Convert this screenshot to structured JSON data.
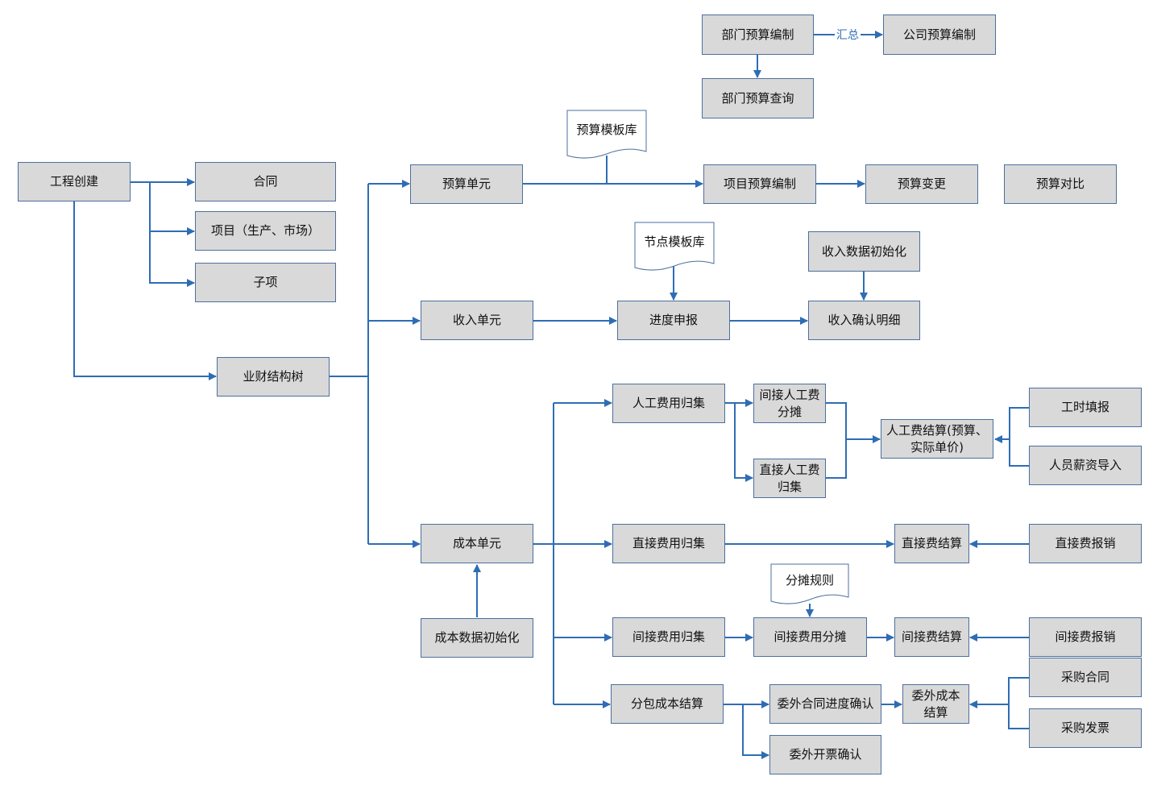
{
  "colors": {
    "box_fill": "#d9d9d9",
    "box_border": "#4d6f9d",
    "connector": "#2e6db4",
    "text": "#111111"
  },
  "nodes": {
    "project_create": "工程创建",
    "contract": "合同",
    "project_item": "项目（生产、市场）",
    "sub_item": "子项",
    "biz_fin_tree": "业财结构树",
    "budget_unit": "预算单元",
    "budget_template_lib": "预算模板库",
    "project_budget_compile": "项目预算编制",
    "budget_change": "预算变更",
    "budget_compare": "预算对比",
    "dept_budget_compile": "部门预算编制",
    "company_budget_compile": "公司预算编制",
    "dept_budget_query": "部门预算查询",
    "income_unit": "收入单元",
    "node_template_lib": "节点模板库",
    "progress_report": "进度申报",
    "income_data_init": "收入数据初始化",
    "income_confirm_detail": "收入确认明细",
    "cost_unit": "成本单元",
    "cost_data_init": "成本数据初始化",
    "labor_cost_collect": "人工费用归集",
    "indirect_labor_alloc": "间接人工费分摊",
    "direct_labor_collect": "直接人工费归集",
    "labor_settlement": "人工费结算(预算、实际单价)",
    "timesheet_report": "工时填报",
    "salary_import": "人员薪资导入",
    "direct_cost_collect": "直接费用归集",
    "direct_settlement": "直接费结算",
    "direct_reimburse": "直接费报销",
    "alloc_rules": "分摊规则",
    "indirect_cost_collect": "间接费用归集",
    "indirect_cost_alloc": "间接费用分摊",
    "indirect_settlement": "间接费结算",
    "indirect_reimburse": "间接费报销",
    "subcontract_settlement": "分包成本结算",
    "outsource_progress_confirm": "委外合同进度确认",
    "outsource_cost_settlement": "委外成本结算",
    "purchase_contract": "采购合同",
    "purchase_invoice": "采购发票",
    "outsource_invoice_confirm": "委外开票确认"
  },
  "edge_labels": {
    "summary": "汇总"
  }
}
